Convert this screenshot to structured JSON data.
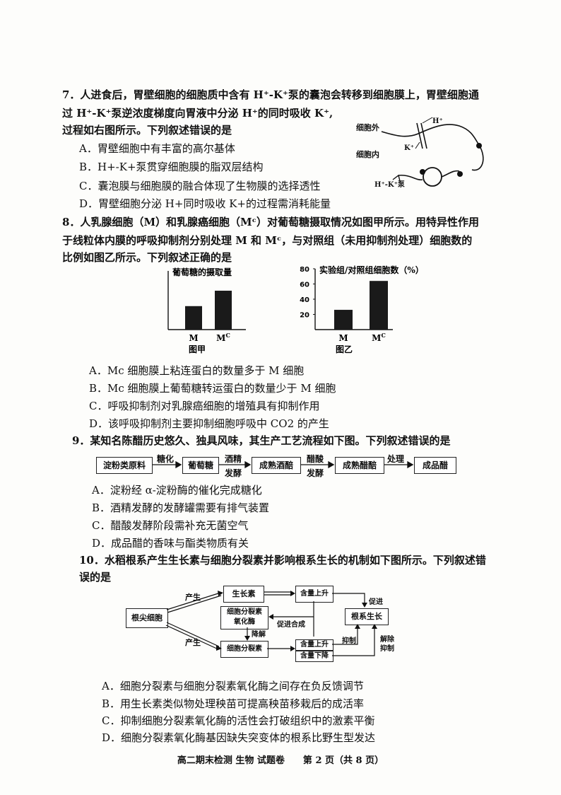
{
  "q7": {
    "line1": "7．人进食后，胃壁细胞的细胞质中含有 H⁺-K⁺泵的囊泡会转移到细胞膜上，胃壁细胞通",
    "line2": "过 H⁺-K⁺泵逆浓度梯度向胃液中分泌 H⁺的同时吸收 K⁺,",
    "line3": "过程如右图所示。下列叙述错误的是",
    "options": [
      "A．胃壁细胞中有丰富的高尔基体",
      "B．H+-K+泵贯穿细胞膜的脂双层结构",
      "C．囊泡膜与细胞膜的融合体现了生物膜的选择透性",
      "D．胃壁细胞分泌 H+同时吸收 K+的过程需消耗能量"
    ],
    "figure": {
      "outside": "细胞外",
      "inside": "细胞内",
      "h": "H⁺",
      "k": "K⁺",
      "pump": "H⁺-K⁺泵"
    }
  },
  "q8": {
    "line1": "8．人乳腺细胞（M）和乳腺癌细胞（Mᶜ）对葡萄糖摄取情况如图甲所示。用特异性作用",
    "line2": "于线粒体内膜的呼吸抑制剂分别处理 M 和 Mᶜ，与对照组（未用抑制剂处理）细胞数的",
    "line3": "比例如图乙所示。下列叙述正确的是",
    "options": [
      "A．Mc 细胞膜上粘连蛋白的数量多于 M 细胞",
      "B．Mc 细胞膜上葡萄糖转运蛋白的数量少于 M 细胞",
      "C．呼吸抑制剂对乳腺癌细胞的增殖具有抑制作用",
      "D．该呼吸抑制剂主要抑制细胞呼吸中 CO2 的产生"
    ]
  },
  "chart_data": [
    {
      "type": "bar",
      "title": "图甲",
      "ylabel": "葡萄糖的摄取量",
      "categories": [
        "M",
        "MC"
      ],
      "values": [
        3.2,
        5.3
      ],
      "ylim": [
        0,
        8
      ]
    },
    {
      "type": "bar",
      "title": "图乙",
      "ylabel": "实验组/对照组细胞数（%）",
      "categories": [
        "M",
        "MC"
      ],
      "values": [
        26,
        64
      ],
      "ylim": [
        0,
        80
      ],
      "yticks": [
        "80",
        "60",
        "40",
        "20"
      ]
    }
  ],
  "q9": {
    "line1": "9．某知名陈醋历史悠久、独具风味，其生产工艺流程如下图。下列叙述错误的是",
    "flow": {
      "boxes": [
        "淀粉类原料",
        "葡萄糖",
        "成熟酒醅",
        "成熟醋醅",
        "成品醋"
      ],
      "arrows": [
        "糖化",
        "酒精发酵",
        "醋酸发酵",
        "处理"
      ],
      "arrow_top": [
        "糖化",
        "酒精",
        "醋酸",
        "处理"
      ],
      "arrow_bottom": [
        "",
        "发酵",
        "发酵",
        ""
      ]
    },
    "options": [
      "A．淀粉经 α-淀粉酶的催化完成糖化",
      "B．酒精发酵的发酵罐需要有排气装置",
      "C．醋酸发酵阶段需补充无菌空气",
      "D．成品醋的香味与酯类物质有关"
    ]
  },
  "q10": {
    "line1": "10．水稻根系产生生长素与细胞分裂素并影响根系生长的机制如下图所示。下列叙述错",
    "line2": "误的是",
    "diagram": {
      "root_cell": "根尖细胞",
      "auxin": "生长素",
      "content_up_1": "含量上升",
      "enzyme": "细胞分裂素氧化酶",
      "enzyme_l1": "细胞分裂素",
      "enzyme_l2": "氧化酶",
      "cytokinin": "细胞分裂素",
      "content_up_2": "含量上升",
      "content_down": "含量下降",
      "root_growth": "根系生长",
      "produce": "产生",
      "degrade": "降解",
      "promote_synth": "促进合成",
      "promote": "促进",
      "inhibit": "抑制",
      "relieve_inhibit": "解除抑制",
      "relieve_1": "解除",
      "relieve_2": "抑制"
    },
    "options": [
      "A．细胞分裂素与细胞分裂素氧化酶之间存在负反馈调节",
      "B．用生长素类似物处理秧苗可提高秧苗移栽后的成活率",
      "C．抑制细胞分裂素氧化酶的活性会打破组织中的激素平衡",
      "D．细胞分裂素氧化酶基因缺失突变体的根系比野生型发达"
    ]
  },
  "footer": "高二期末检测 生物 试题卷　　第 2 页（共 8 页）"
}
